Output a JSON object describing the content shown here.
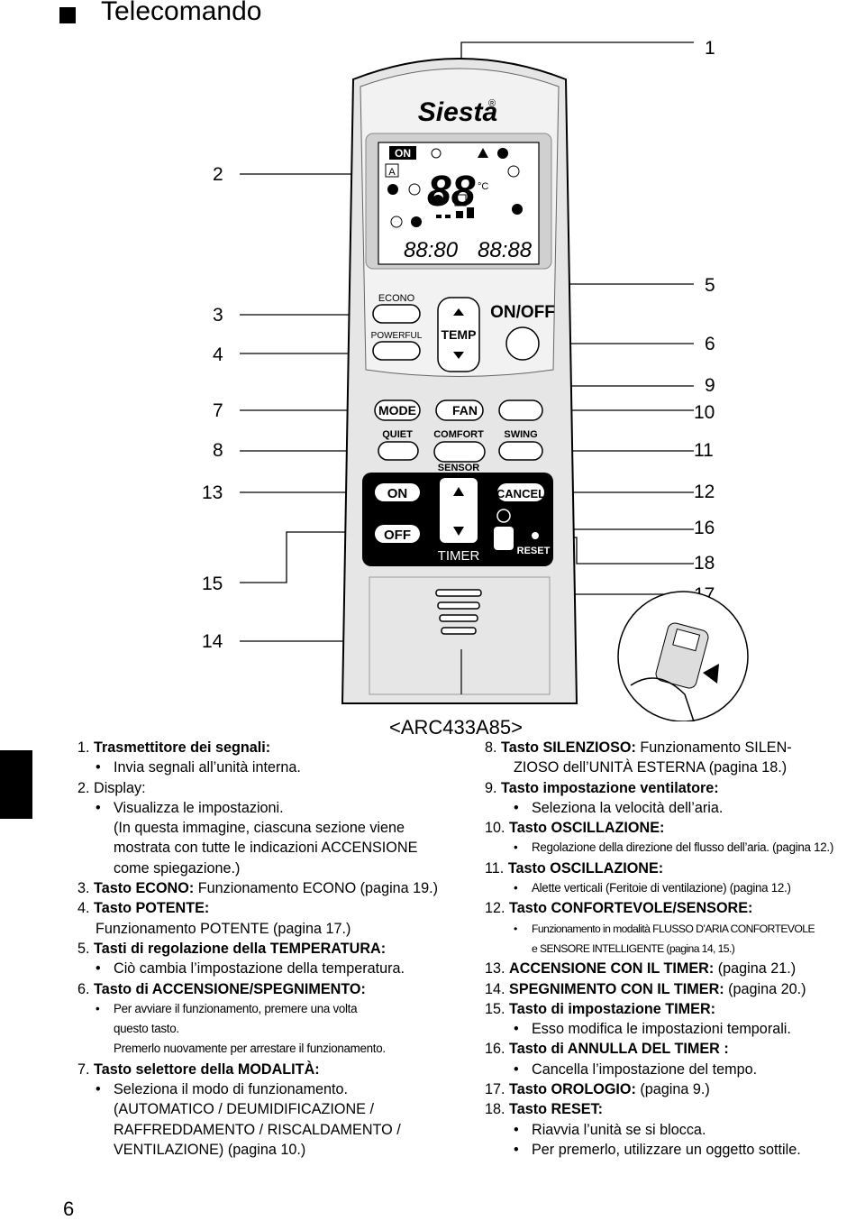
{
  "title": "Telecomando",
  "callouts_left": [
    "2",
    "3",
    "4",
    "7",
    "8",
    "13",
    "15",
    "14"
  ],
  "callouts_right": [
    "1",
    "5",
    "6",
    "9",
    "10",
    "11",
    "12",
    "16",
    "18",
    "17"
  ],
  "remote": {
    "brand": "Siesta",
    "registered": "®",
    "lcd": {
      "on": "ON",
      "digits": "88",
      "unit": "°C",
      "timer1": "88:80",
      "timer2": "88:88",
      "auto": "A"
    },
    "buttons": {
      "econo": "ECONO",
      "powerful": "POWERFUL",
      "temp": "TEMP",
      "onoff": "ON/OFF",
      "mode": "MODE",
      "fan": "FAN",
      "quiet": "QUIET",
      "comfort": "COMFORT",
      "sensor": "SENSOR",
      "swing": "SWING",
      "timer_on": "ON",
      "timer_off": "OFF",
      "cancel": "CANCEL",
      "timer": "TIMER",
      "reset": "RESET"
    }
  },
  "model": "<ARC433A85>",
  "left_column": {
    "i1_num": "1.",
    "i1_title": "Trasmettitore dei segnali:",
    "i1_b1": "Invia segnali all’unità interna.",
    "i2_num": "2.",
    "i2_title": "Display:",
    "i2_b1": "Visualizza le impostazioni.",
    "i2_p1": "(In questa immagine, ciascuna sezione viene",
    "i2_p2": "mostrata con tutte le indicazioni ACCENSIONE",
    "i2_p3": "come spiegazione.)",
    "i3_num": "3.",
    "i3_title": "Tasto ECONO:",
    "i3_rest": " Funzionamento ECONO (pagina 19.)",
    "i4_num": "4.",
    "i4_title": "Tasto POTENTE:",
    "i4_p1": "Funzionamento POTENTE (pagina 17.)",
    "i5_num": "5.",
    "i5_title": "Tasti di regolazione della TEMPERATURA:",
    "i5_b1": "Ciò cambia l’impostazione della temperatura.",
    "i6_num": "6.",
    "i6_title": "Tasto di ACCENSIONE/SPEGNIMENTO:",
    "i6_b1": "Per avviare il funzionamento, premere una volta",
    "i6_p1": "questo tasto.",
    "i6_p2": "Premerlo nuovamente per arrestare il funzionamento.",
    "i7_num": "7.",
    "i7_title": "Tasto selettore della MODALITÀ:",
    "i7_b1": "Seleziona il modo di funzionamento.",
    "i7_p1": "(AUTOMATICO / DEUMIDIFICAZIONE /",
    "i7_p2": "RAFFREDDAMENTO / RISCALDAMENTO /",
    "i7_p3": "VENTILAZIONE) (pagina 10.)"
  },
  "right_column": {
    "i8_num": "8.",
    "i8_title": "Tasto SILENZIOSO:",
    "i8_rest": " Funzionamento SILEN-",
    "i8_p1": "ZIOSO dell’UNITÀ ESTERNA (pagina 18.)",
    "i9_num": "9.",
    "i9_title": "Tasto impostazione ventilatore:",
    "i9_b1": "Seleziona la velocità dell’aria.",
    "i10_num": "10.",
    "i10_title": "Tasto OSCILLAZIONE:",
    "i10_b1": "Regolazione della direzione del flusso dell’aria. (pagina 12.)",
    "i11_num": "11.",
    "i11_title": "Tasto OSCILLAZIONE:",
    "i11_b1": "Alette verticali (Feritoie di ventilazione) (pagina 12.)",
    "i12_num": "12.",
    "i12_title": "Tasto CONFORTEVOLE/SENSORE:",
    "i12_b1": "Funzionamento in modalità FLUSSO D’ARIA CONFORTEVOLE",
    "i12_p1": "e SENSORE INTELLIGENTE (pagina 14, 15.)",
    "i13_num": "13.",
    "i13_title": "ACCENSIONE CON IL TIMER:",
    "i13_rest": " (pagina 21.)",
    "i14_num": "14.",
    "i14_title": "SPEGNIMENTO CON IL TIMER:",
    "i14_rest": " (pagina 20.)",
    "i15_num": "15.",
    "i15_title": "Tasto di impostazione TIMER:",
    "i15_b1": "Esso modifica le impostazioni temporali.",
    "i16_num": "16.",
    "i16_title": "Tasto di ANNULLA DEL TIMER :",
    "i16_b1": "Cancella l’impostazione del tempo.",
    "i17_num": "17.",
    "i17_title": "Tasto OROLOGIO:",
    "i17_rest": " (pagina 9.)",
    "i18_num": "18.",
    "i18_title": "Tasto RESET:",
    "i18_b1": "Riavvia l’unità se si blocca.",
    "i18_b2": "Per premerlo, utilizzare un oggetto sottile."
  },
  "page_number": "6"
}
